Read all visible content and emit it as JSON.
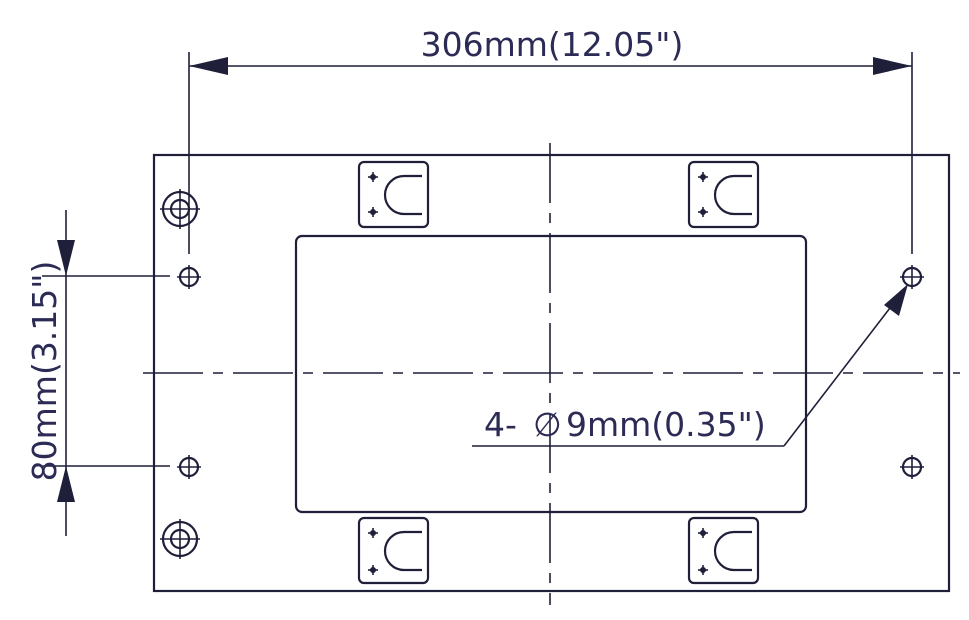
{
  "dimensions": {
    "width_label": "306mm(12.05\")",
    "height_label": "80mm(3.15\")",
    "hole_label_count": "4-",
    "hole_label_symbol": "∅",
    "hole_label_size": "9mm(0.35\")"
  },
  "colors": {
    "ink": "#1f1f3a",
    "text": "#2b2b55",
    "background": "#ffffff"
  }
}
